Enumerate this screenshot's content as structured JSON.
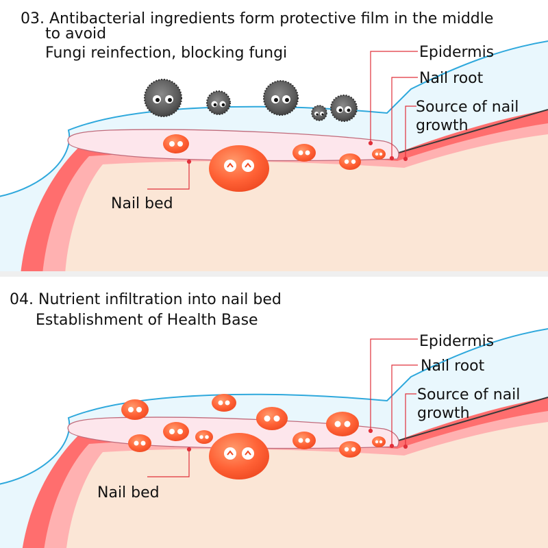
{
  "panels": [
    {
      "heading_lines": [
        "03. Antibacterial ingredients form protective film in the middle",
        "to avoid",
        "Fungi reinfection, blocking fungi"
      ],
      "labels": {
        "epidermis": "Epidermis",
        "nail_root": "Nail root",
        "growth_line1": "Source of nail",
        "growth_line2": "growth",
        "nail_bed": "Nail bed"
      },
      "depicts": "fungi"
    },
    {
      "heading_lines": [
        "04. Nutrient infiltration into nail bed",
        "Establishment of Health Base"
      ],
      "labels": {
        "epidermis": "Epidermis",
        "nail_root": "Nail root",
        "growth_line1": "Source of nail",
        "growth_line2": "growth",
        "nail_bed": "Nail bed"
      },
      "depicts": "nutrients"
    }
  ],
  "colors": {
    "skin": "#fbe6d6",
    "film_light": "#e6f6fc",
    "film_line": "#2ea8dc",
    "dermis_red": "#ff6e6e",
    "dermis_pink": "#ffb1b1",
    "nail": "#fde6ec",
    "nutrient": "#ff6236",
    "fungus": "#6f6f6f",
    "leader": "#e0303a",
    "divider": "#efefef"
  }
}
